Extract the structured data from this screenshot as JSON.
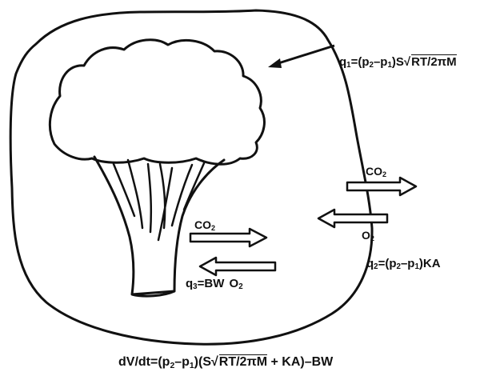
{
  "diagram": {
    "labels": {
      "q1": {
        "prefix": "q",
        "sub": "1",
        "mid": "=(p",
        "sub2": "2",
        "dash": "–p",
        "sub1": "1",
        "s": ")S",
        "root_sym": "√",
        "root": "RT/2πM"
      },
      "q2": {
        "prefix": "q",
        "sub": "2",
        "mid": "=(p",
        "sub2": "2",
        "dash": "–p",
        "sub1": "1",
        "tail": ")KA"
      },
      "q3": {
        "prefix": "q",
        "sub": "3",
        "tail": "=BW"
      },
      "co2_right": {
        "text": "CO",
        "sub": "2"
      },
      "o2_right": {
        "text": "O",
        "sub": "2"
      },
      "co2_inner": {
        "text": "CO",
        "sub": "2"
      },
      "o2_inner": {
        "text": "O",
        "sub": "2"
      },
      "equation": {
        "a": "dV/dt=(p",
        "sub2": "2",
        "dash": "–p",
        "sub1": "1",
        "b": ")(S",
        "root_sym": "√",
        "root": "RT/2πM",
        "c": " + KA)–BW"
      }
    }
  }
}
